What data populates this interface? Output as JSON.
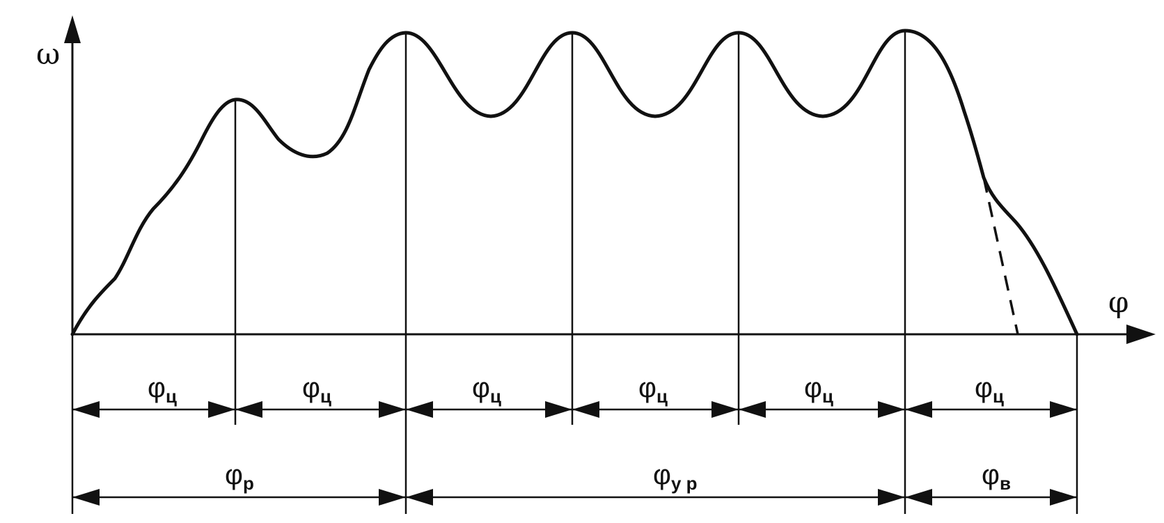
{
  "axes": {
    "y_label": "ω",
    "x_label": "φ"
  },
  "segments": [
    {
      "main": "φ",
      "sub": "ц"
    },
    {
      "main": "φ",
      "sub": "ц"
    },
    {
      "main": "φ",
      "sub": "ц"
    },
    {
      "main": "φ",
      "sub": "ц"
    },
    {
      "main": "φ",
      "sub": "ц"
    },
    {
      "main": "φ",
      "sub": "ц"
    }
  ],
  "phases": [
    {
      "main": "φ",
      "sub": "р"
    },
    {
      "main": "φ",
      "sub": "у р"
    },
    {
      "main": "φ",
      "sub": "в"
    }
  ]
}
